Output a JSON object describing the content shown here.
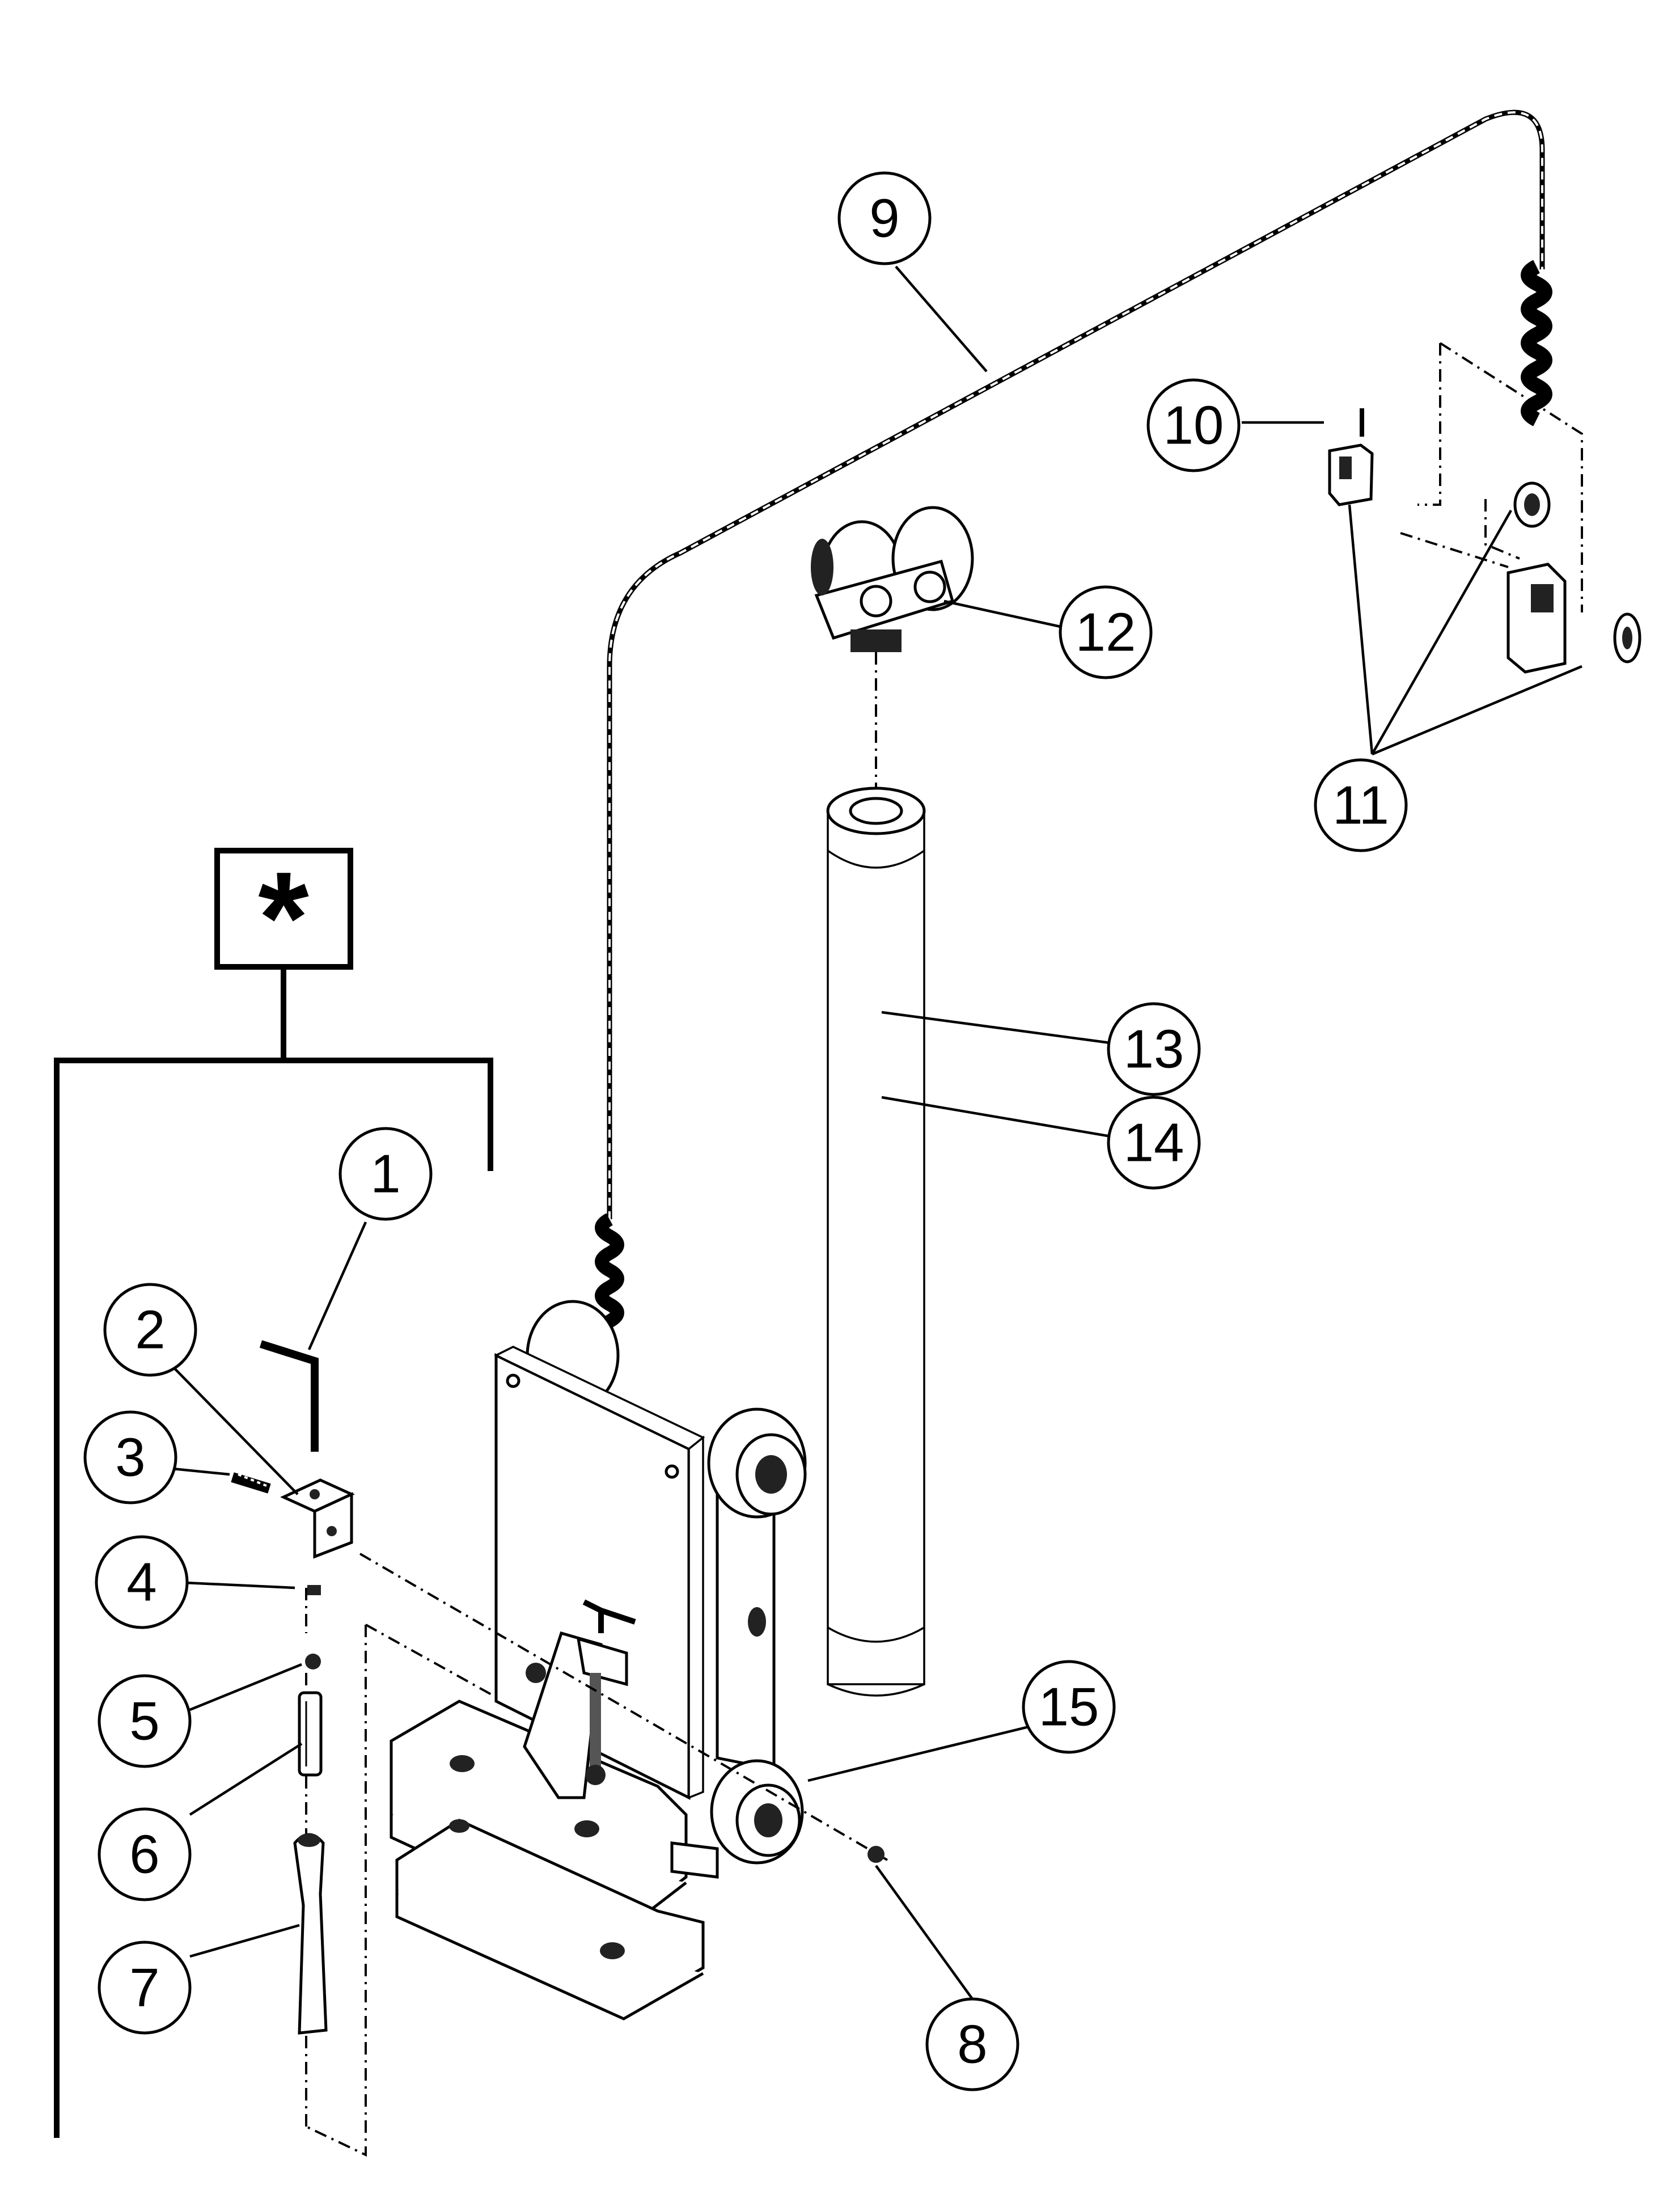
{
  "kit_marker": {
    "symbol": "*"
  },
  "callouts": [
    {
      "id": "1",
      "label": "1"
    },
    {
      "id": "2",
      "label": "2"
    },
    {
      "id": "3",
      "label": "3"
    },
    {
      "id": "4",
      "label": "4"
    },
    {
      "id": "5",
      "label": "5"
    },
    {
      "id": "6",
      "label": "6"
    },
    {
      "id": "7",
      "label": "7"
    },
    {
      "id": "8",
      "label": "8"
    },
    {
      "id": "9",
      "label": "9"
    },
    {
      "id": "10",
      "label": "10"
    },
    {
      "id": "11",
      "label": "11"
    },
    {
      "id": "12",
      "label": "12"
    },
    {
      "id": "13",
      "label": "13"
    },
    {
      "id": "14",
      "label": "14"
    },
    {
      "id": "15",
      "label": "15"
    }
  ]
}
